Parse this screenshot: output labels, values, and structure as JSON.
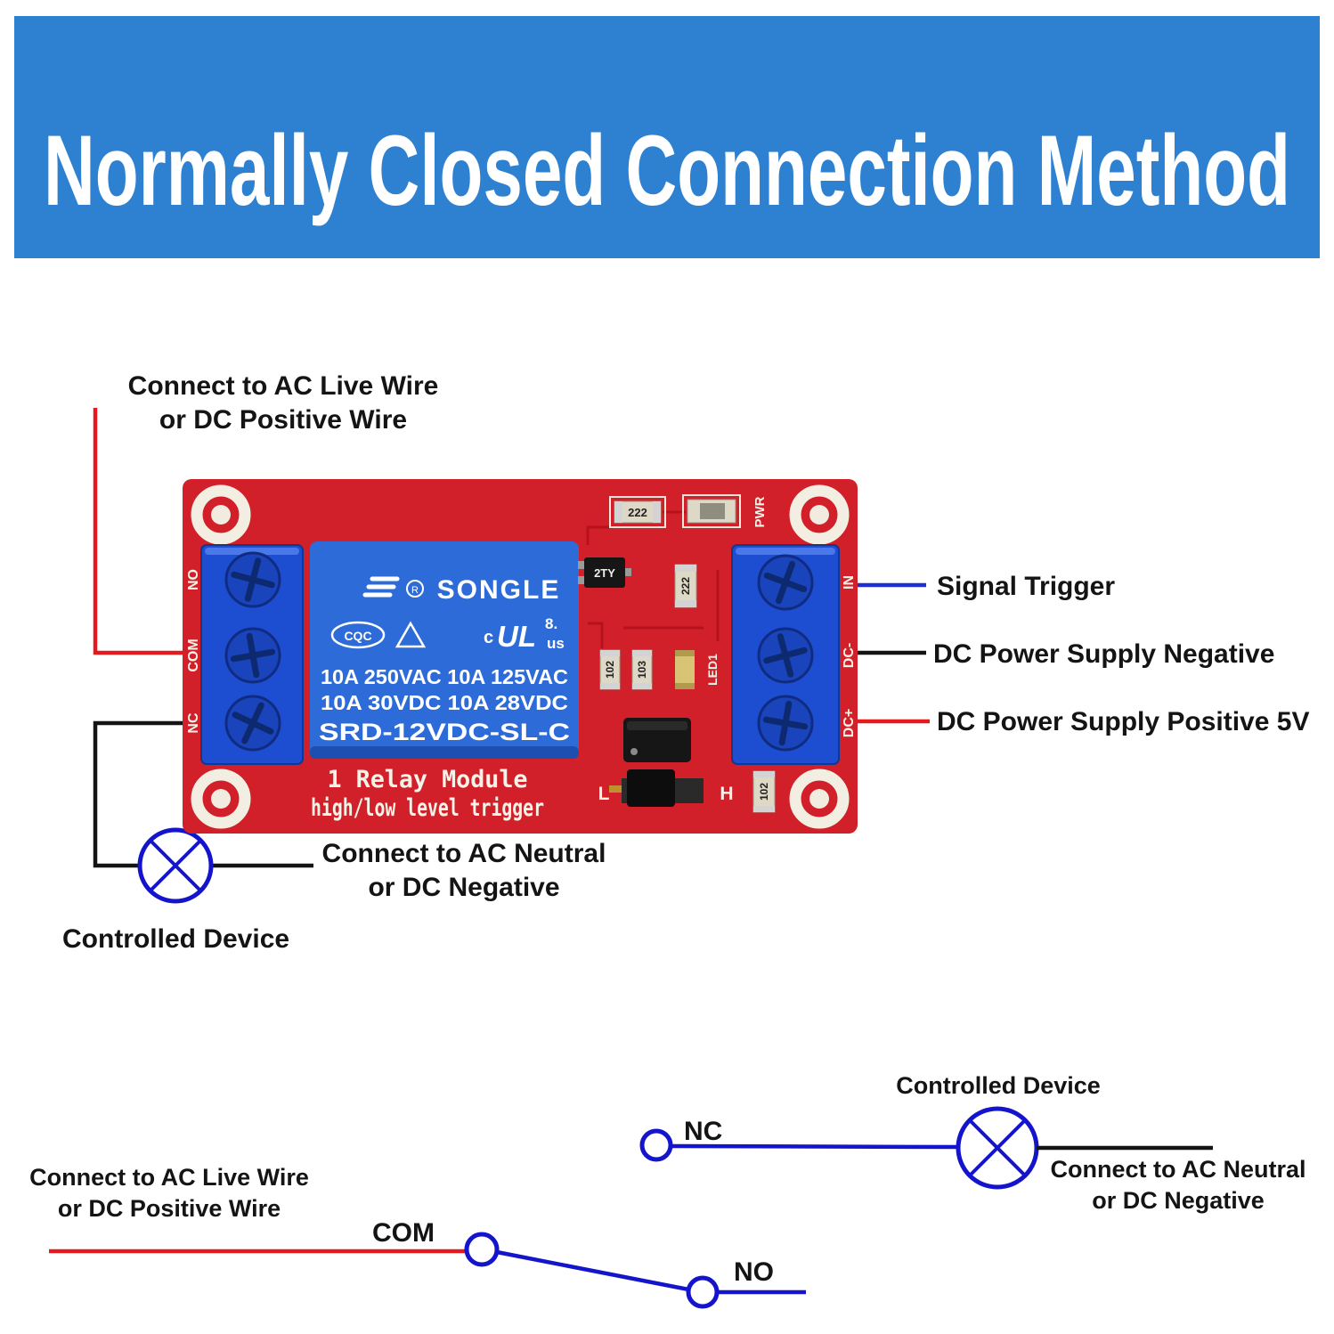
{
  "title": "Normally Closed Connection Method",
  "colors": {
    "banner_blue": "#2e80d0",
    "pcb_red": "#d2202a",
    "terminal_blue": "#1d4ed2",
    "relay_blue": "#2d6cd8",
    "wire_red": "#e41a1e",
    "wire_black": "#141414",
    "wire_blue": "#1f2fd4",
    "schematic_blue": "#1414cc"
  },
  "annotations": {
    "live_wire": {
      "line1": "Connect to AC Live Wire",
      "line2": "or DC Positive Wire"
    },
    "neutral_wire": {
      "line1": "Connect to AC Neutral",
      "line2": "or DC Negative"
    },
    "controlled_device": "Controlled Device",
    "signal_trigger": "Signal Trigger",
    "dc_negative": "DC Power Supply Negative",
    "dc_positive": "DC Power Supply Positive 5V"
  },
  "module": {
    "terminals_left": [
      "NO",
      "COM",
      "NC"
    ],
    "terminals_right": [
      "IN",
      "DC-",
      "DC+"
    ],
    "pwr_label": "PWR",
    "led_label": "LED1",
    "jumper_low": "L",
    "jumper_high": "H",
    "silkscreen_line1": "1 Relay  Module",
    "silkscreen_line2": "high/low level trigger",
    "relay": {
      "brand": "SONGLE",
      "cert": "CQC",
      "ul_c": "c",
      "ul_mark": "UL",
      "ul_num": "8.",
      "ul_us": "us",
      "ratings_line1": "10A 250VAC  10A 125VAC",
      "ratings_line2": "10A  30VDC  10A  28VDC",
      "model": "SRD-12VDC-SL-C"
    },
    "smd": {
      "r1": "222",
      "r2": "222",
      "transistor": "2TY",
      "c1": "102",
      "c2": "103",
      "c3": "102"
    }
  },
  "schematic": {
    "com_label": "COM",
    "nc_label": "NC",
    "no_label": "NO",
    "device_label": "Controlled Device",
    "live_label": {
      "line1": "Connect to AC Live Wire",
      "line2": "or DC Positive Wire"
    },
    "neutral_label": {
      "line1": "Connect to AC Neutral",
      "line2": "or DC Negative"
    }
  }
}
